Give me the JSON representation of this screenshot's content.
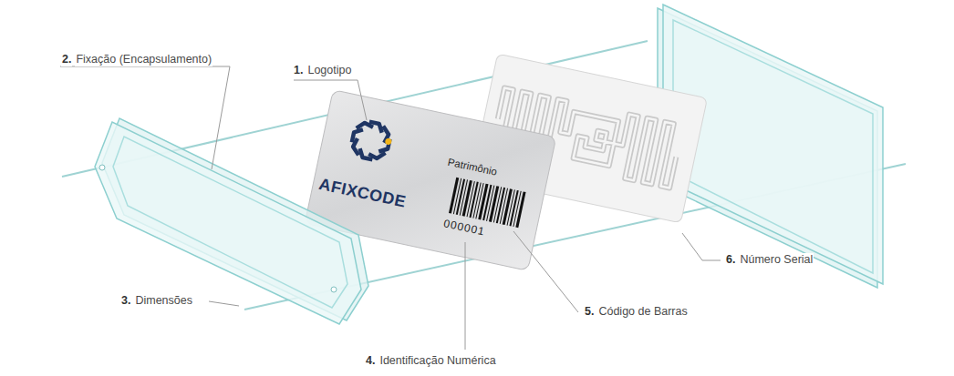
{
  "diagram": {
    "nodes": [
      {
        "text": [
          "AFIXCODE",
          "Patrimônio",
          "000001"
        ]
      }
    ],
    "labels": [
      "1.",
      "Logotipo",
      "2.",
      "Fixação (Encapsulamento)",
      "3.",
      "Dimensões",
      "4.",
      "Identificação Numérica",
      "5.",
      "Código de Barras",
      "6.",
      "Número Serial"
    ]
  }
}
